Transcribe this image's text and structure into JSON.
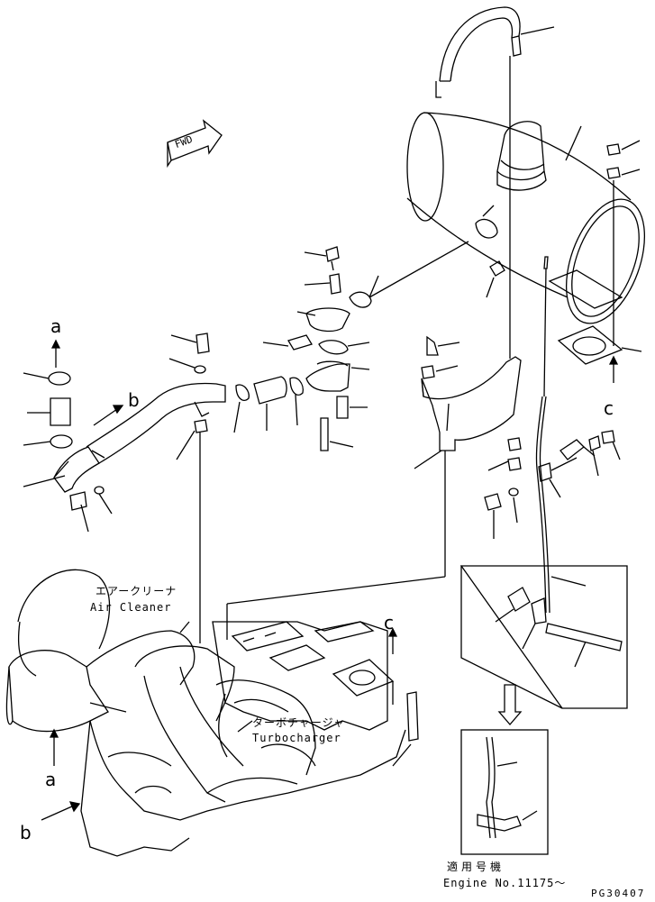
{
  "direction_badge": "FWD",
  "labels": {
    "a_top": "a",
    "b_top": "b",
    "c_right": "c",
    "c_engine": "c",
    "a_bottom": "a",
    "b_bottom": "b"
  },
  "air_cleaner": {
    "jp": "エアークリーナ",
    "en": "Air Cleaner"
  },
  "turbocharger": {
    "jp": "ターボチャージャ",
    "en": "Turbocharger"
  },
  "applicability": {
    "jp": "適用号機",
    "en": "Engine No.11175～"
  },
  "drawing_code": "PG30407"
}
